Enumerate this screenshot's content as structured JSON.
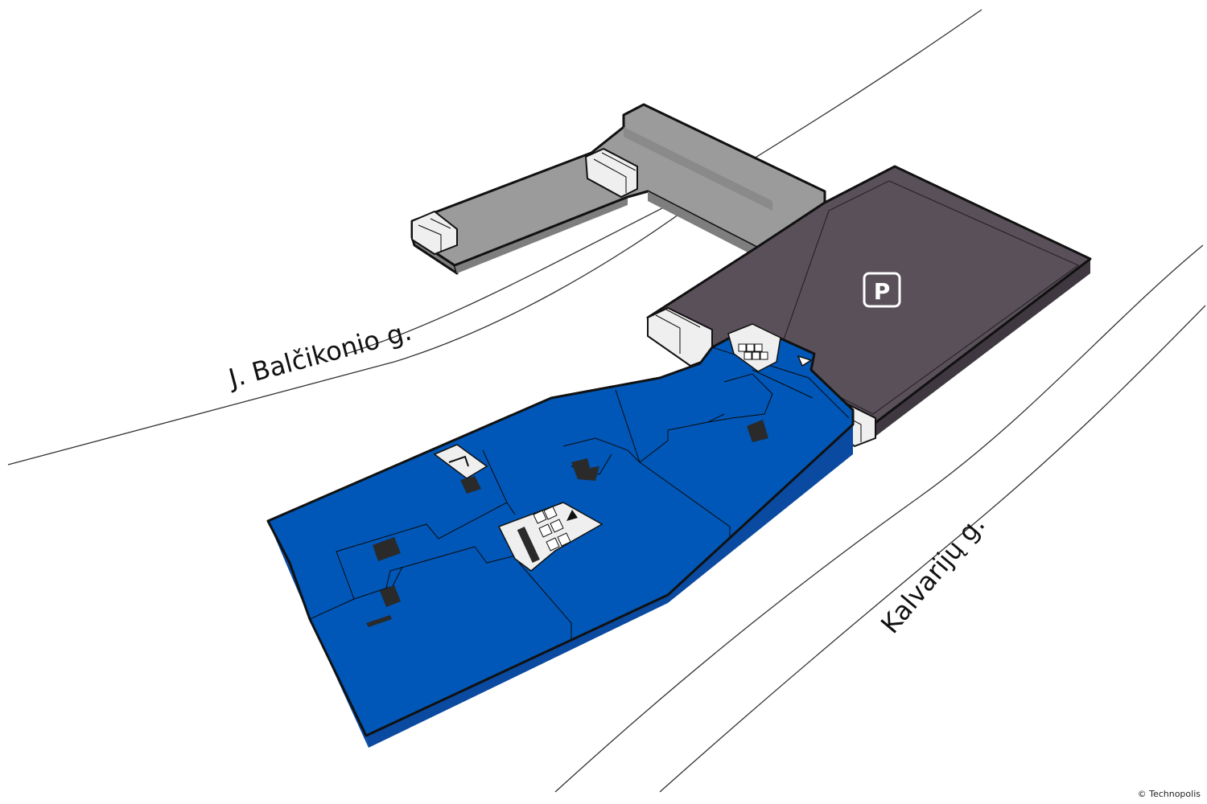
{
  "streets": {
    "north": "J. Balčikonio g.",
    "east": "Kalvarijų g."
  },
  "parking": {
    "icon": "parking-icon",
    "symbol": "P"
  },
  "copyright": "© Technopolis",
  "colors": {
    "active_floor": "#0057B7",
    "active_floor_side": "#0A4AA0",
    "parking_lot": "#5A5059",
    "parking_lot_side": "#3F3840",
    "other_building": "#9B9B9B",
    "other_building_side": "#7E7E7E",
    "core_block": "#EFEFEF",
    "road_line": "#333333"
  }
}
